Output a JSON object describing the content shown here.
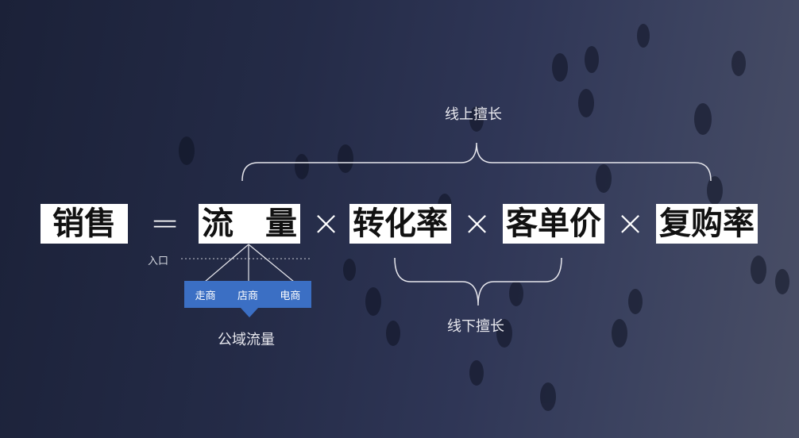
{
  "formula": {
    "sales": "销售",
    "equals": "=",
    "traffic": "流　量",
    "times_1": "×",
    "conversion": "转化率",
    "times_2": "×",
    "unit_price": "客单价",
    "times_3": "×",
    "repurchase": "复购率"
  },
  "online_strength": "线上擅长",
  "offline_strength": "线下擅长",
  "entry_label": "入口",
  "channels": [
    "走商",
    "店商",
    "电商"
  ],
  "public_traffic": "公域流量",
  "colors": {
    "background": "#242b47",
    "box": "#ffffff",
    "channel_box": "#3b6fc4"
  }
}
